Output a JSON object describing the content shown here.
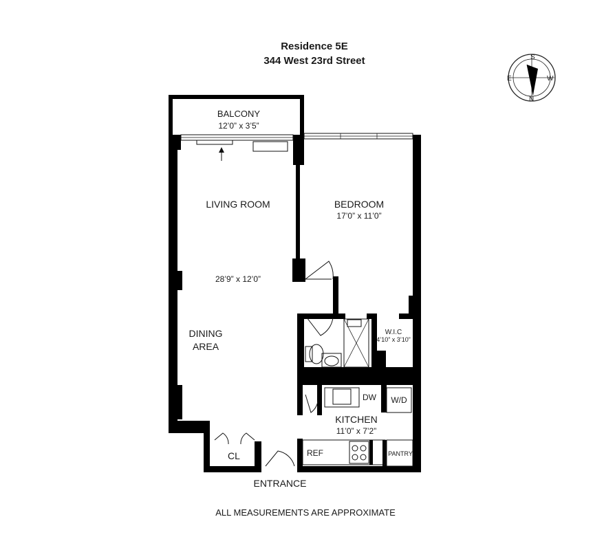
{
  "header": {
    "title": "Residence 5E",
    "address": "344 West 23rd Street"
  },
  "compass": {
    "north": "N",
    "south": "S",
    "east": "E",
    "west": "W"
  },
  "rooms": {
    "balcony": {
      "name": "BALCONY",
      "dims": "12’0” x 3’5”"
    },
    "living_room": {
      "name": "LIVING ROOM",
      "dims": "28’9” x 12’0”"
    },
    "bedroom": {
      "name": "BEDROOM",
      "dims": "17’0” x 11’0”"
    },
    "dining": {
      "name_line1": "DINING",
      "name_line2": "AREA"
    },
    "wic": {
      "name": "W.I.C",
      "dims": "4’10” x 3’10”"
    },
    "kitchen": {
      "name": "KITCHEN",
      "dims": "11’0” x 7’2”"
    },
    "closet": {
      "name": "CL"
    }
  },
  "appliances": {
    "dishwasher": "DW",
    "washer_dryer": "W/D",
    "refrigerator": "REF",
    "pantry": "PANTRY"
  },
  "entrance": "ENTRANCE",
  "footer_note": "ALL MEASUREMENTS ARE APPROXIMATE"
}
